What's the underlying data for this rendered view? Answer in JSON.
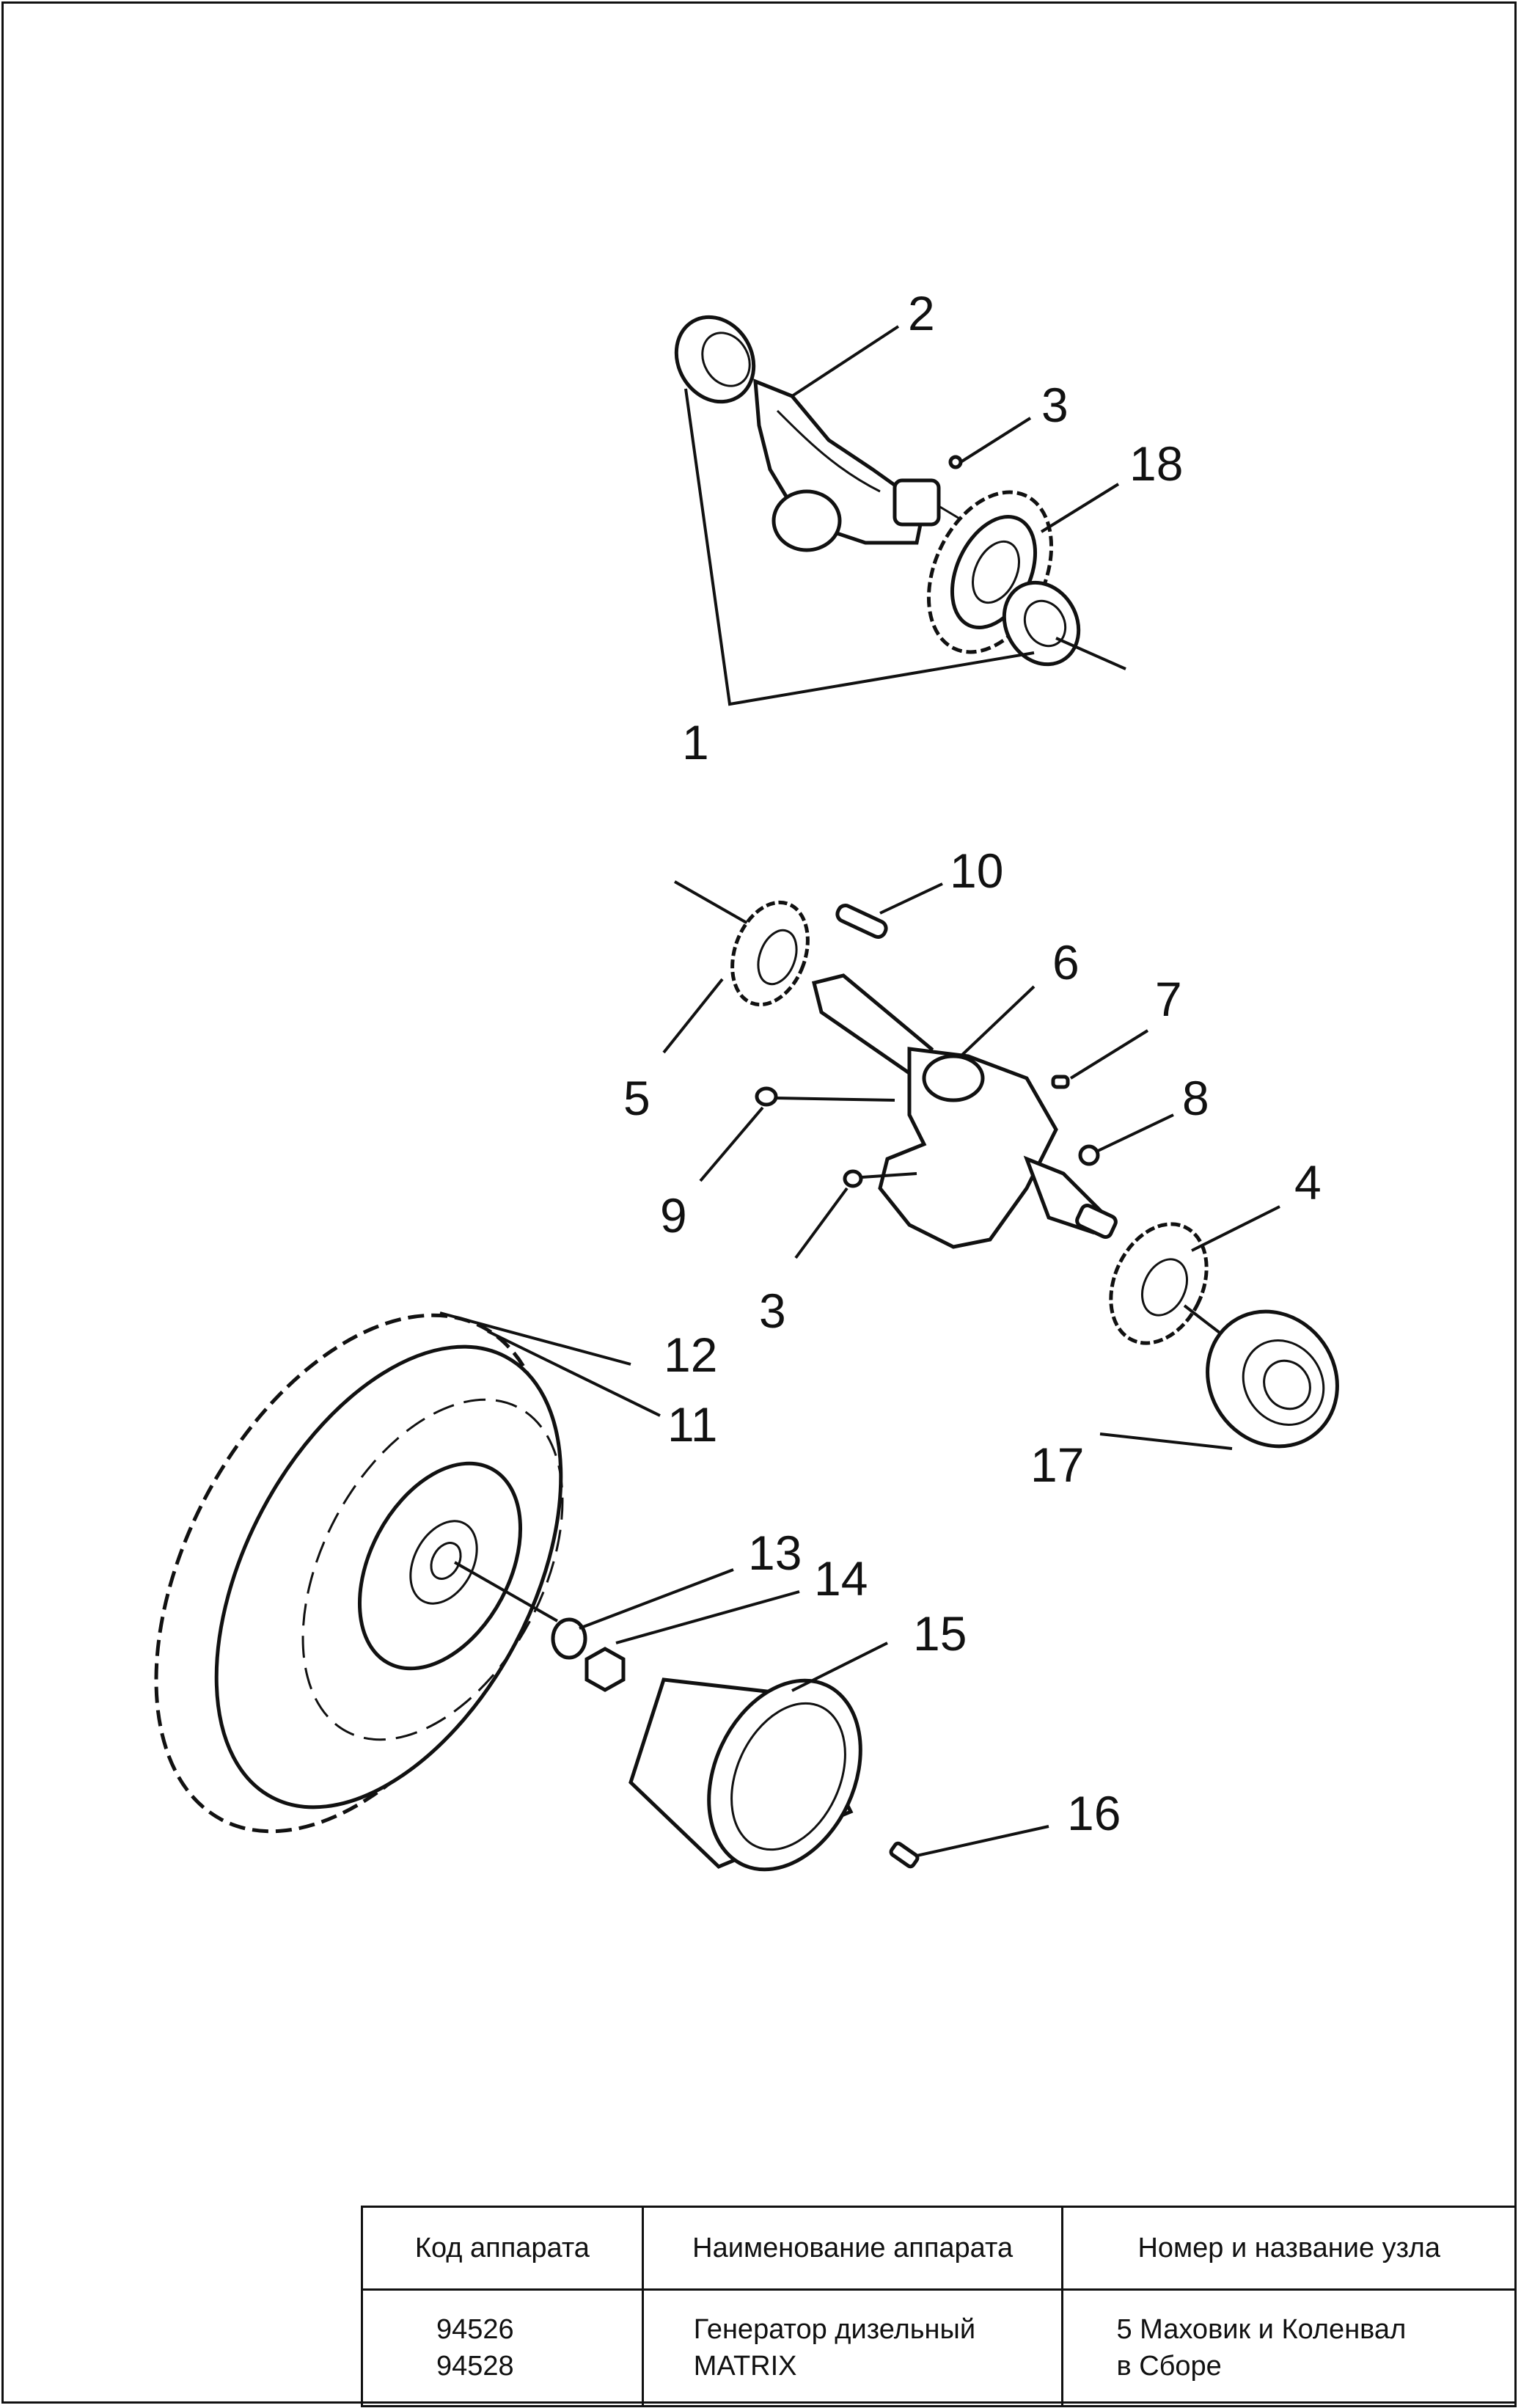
{
  "diagram": {
    "callouts": {
      "c1": "1",
      "c2": "2",
      "c3a": "3",
      "c18": "18",
      "c10": "10",
      "c6": "6",
      "c7": "7",
      "c5": "5",
      "c8": "8",
      "c9": "9",
      "c4": "4",
      "c3b": "3",
      "c12": "12",
      "c11": "11",
      "c17": "17",
      "c13": "13",
      "c14": "14",
      "c15": "15",
      "c16": "16"
    }
  },
  "title_block": {
    "headers": {
      "code": "Код аппарата",
      "name": "Наименование аппарата",
      "node": "Номер и название узла"
    },
    "values": {
      "code_line1": "94526",
      "code_line2": "94528",
      "name_line1": "Генератор дизельный",
      "name_line2": "MATRIX",
      "node_line1": "5 Маховик и Коленвал",
      "node_line2": "в Сборе"
    }
  }
}
